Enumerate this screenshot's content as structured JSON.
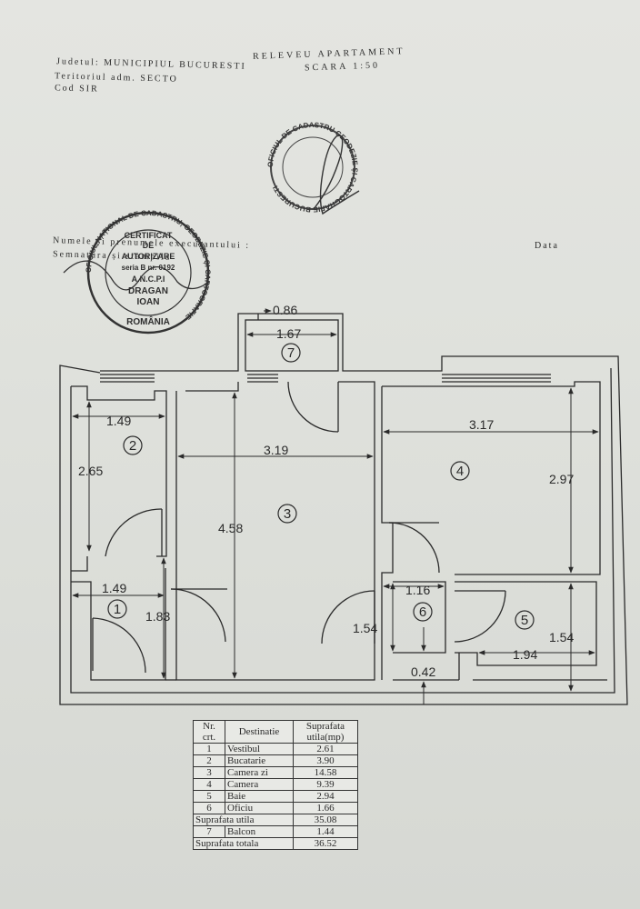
{
  "header": {
    "title": "RELEVEU APARTAMENT",
    "scale": "SCARA 1:50",
    "judet": "Judetul: MUNICIPIUL BUCURESTI",
    "teritoriul": "Teritoriul adm. SECTO",
    "cod": "Cod SIR",
    "numele": "Numele și prenumele executantului :",
    "semnatura": "Semnatura și stampila",
    "data": "Data"
  },
  "stamps": {
    "top_ring": "OFICIUL DE CADASTRU GEODEZIE ȘI CARTOGRAFIE BUCURESTI",
    "left_ring": "OFICIUL NAȚIONAL DE CADASTRU, GEODEZIE ȘI CARTOGRAFIE",
    "left_lines": [
      "CERTIFICAT",
      "DE",
      "AUTORIZARE",
      "seria B nr. 0192",
      "A.N.C.P.I",
      "DRAGAN",
      "IOAN"
    ],
    "left_bottom": "ROMÂNIA"
  },
  "rooms": [
    {
      "num": "1"
    },
    {
      "num": "2"
    },
    {
      "num": "3"
    },
    {
      "num": "4"
    },
    {
      "num": "5"
    },
    {
      "num": "6"
    },
    {
      "num": "7"
    }
  ],
  "dims": {
    "balcony_depth": "0.86",
    "balcony_width": "1.67",
    "r2_width": "1.49",
    "r2_height": "2.65",
    "r3_width": "3.19",
    "r3_height": "4.58",
    "r4_width": "3.17",
    "r4_height": "2.97",
    "r1_width": "1.49",
    "r1_height": "1.83",
    "r6_width": "1.16",
    "r6_height": "1.54",
    "r6_step": "0.42",
    "r5_width": "1.94",
    "r5_height": "1.54"
  },
  "table": {
    "headers": [
      "Nr. crt.",
      "Destinatie",
      "Suprafata utila(mp)"
    ],
    "rows": [
      [
        "1",
        "Vestibul",
        "2.61"
      ],
      [
        "2",
        "Bucatarie",
        "3.90"
      ],
      [
        "3",
        "Camera zi",
        "14.58"
      ],
      [
        "4",
        "Camera",
        "9.39"
      ],
      [
        "5",
        "Baie",
        "2.94"
      ],
      [
        "6",
        "Oficiu",
        "1.66"
      ]
    ],
    "util_label": "Suprafata utila",
    "util_value": "35.08",
    "balcony_row": [
      "7",
      "Balcon",
      "1.44"
    ],
    "total_label": "Suprafata totala",
    "total_value": "36.52"
  }
}
